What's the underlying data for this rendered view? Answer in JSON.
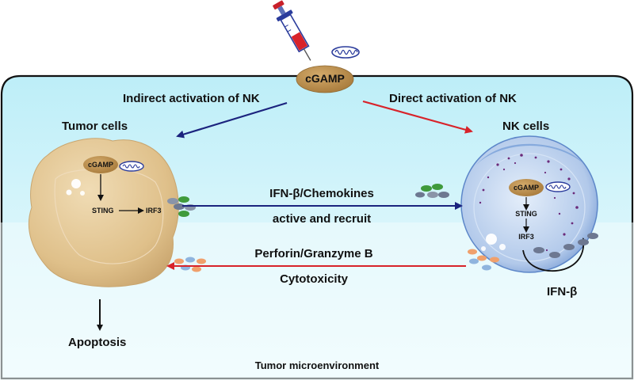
{
  "center": {
    "label": "cGAMP"
  },
  "pathways": {
    "indirect": "Indirect activation of NK",
    "direct": "Direct activation of NK"
  },
  "tumor": {
    "title": "Tumor cells",
    "cgamp": "cGAMP",
    "sting": "STING",
    "irf3": "IRF3",
    "outcome": "Apoptosis"
  },
  "nk": {
    "title": "NK cells",
    "cgamp": "cGAMP",
    "sting": "STING",
    "irf3": "IRF3",
    "autocrine": "IFN-β"
  },
  "arrows": {
    "to_nk_line1": "IFN-β/Chemokines",
    "to_nk_line2": "active and recruit",
    "to_tumor_line1": "Perforin/Granzyme B",
    "to_tumor_line2": "Cytotoxicity"
  },
  "environment": {
    "label": "Tumor microenvironment"
  },
  "colors": {
    "env_top": "#bfeff8",
    "env_bottom": "#eafbfd",
    "cgamp_fill": "#bf9553",
    "tumor_fill": "#e3c896",
    "nk_fill": "#b7cdec",
    "navy_arrow": "#1b237e",
    "red_arrow": "#d8232a",
    "mito": "#2b3c9c"
  }
}
